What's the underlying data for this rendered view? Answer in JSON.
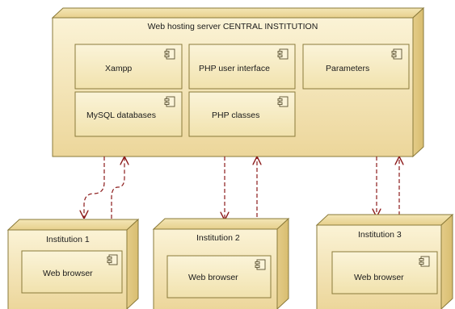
{
  "server": {
    "title": "Web hosting server CENTRAL INSTITUTION",
    "components": [
      {
        "label": "Xampp"
      },
      {
        "label": "PHP user interface"
      },
      {
        "label": "Parameters"
      },
      {
        "label": "MySQL databases"
      },
      {
        "label": "PHP classes"
      }
    ]
  },
  "institutions": [
    {
      "title": "Institution 1",
      "component": "Web browser"
    },
    {
      "title": "Institution 2",
      "component": "Web browser"
    },
    {
      "title": "Institution 3",
      "component": "Web browser"
    }
  ],
  "colors": {
    "node_face": "#f7e9bb",
    "node_dark": "#e8d493",
    "node_border": "#8a7a3a",
    "component_fill": "#f9f0cf",
    "dependency_line": "#8b1a1a",
    "icon": "component-icon"
  }
}
